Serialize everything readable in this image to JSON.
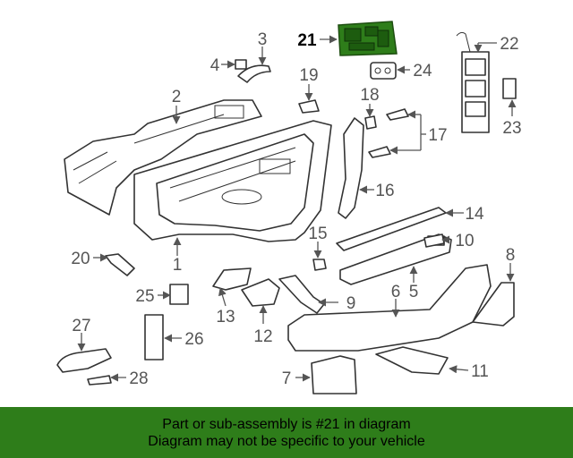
{
  "callouts": [
    "1",
    "2",
    "3",
    "4",
    "5",
    "6",
    "7",
    "8",
    "9",
    "10",
    "11",
    "12",
    "13",
    "14",
    "15",
    "16",
    "17",
    "18",
    "19",
    "20",
    "21",
    "22",
    "23",
    "24",
    "25",
    "26",
    "27",
    "28"
  ],
  "highlight_part": "21",
  "colors": {
    "highlight": "#2e7d1a",
    "banner": "#2e7d1a",
    "line": "#555555"
  },
  "banner": {
    "line1": "Part or sub-assembly is #21 in diagram",
    "line2": "Diagram may not be specific to your vehicle"
  }
}
